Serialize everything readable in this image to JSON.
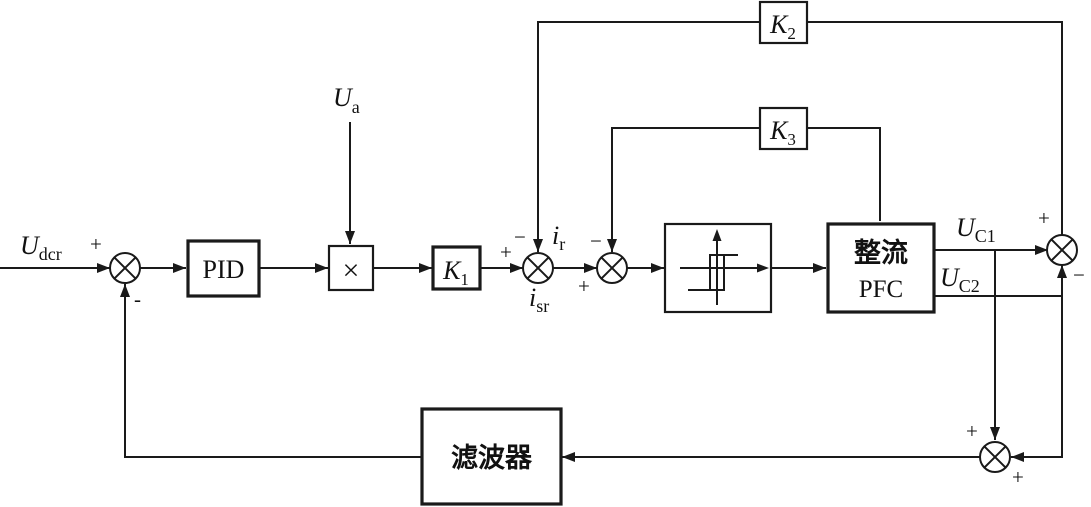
{
  "blocks": {
    "pid": "PID",
    "multiply": "×",
    "k1": {
      "sym": "K",
      "sub": "1"
    },
    "k2": {
      "sym": "K",
      "sub": "2"
    },
    "k3": {
      "sym": "K",
      "sub": "3"
    },
    "rectifier_line1": "整流",
    "rectifier_line2": "PFC",
    "filter": "滤波器"
  },
  "signals": {
    "udcr": {
      "sym": "U",
      "sub": "dcr"
    },
    "ua": {
      "sym": "U",
      "sub": "a"
    },
    "ir": {
      "sym": "i",
      "sub": "r"
    },
    "isr": {
      "sym": "i",
      "sub": "sr"
    },
    "uc1": {
      "sym": "U",
      "sub": "C1"
    },
    "uc2": {
      "sym": "U",
      "sub": "C2"
    }
  },
  "signs": {
    "plus": "+",
    "minus": "−",
    "minus_short": "-"
  }
}
